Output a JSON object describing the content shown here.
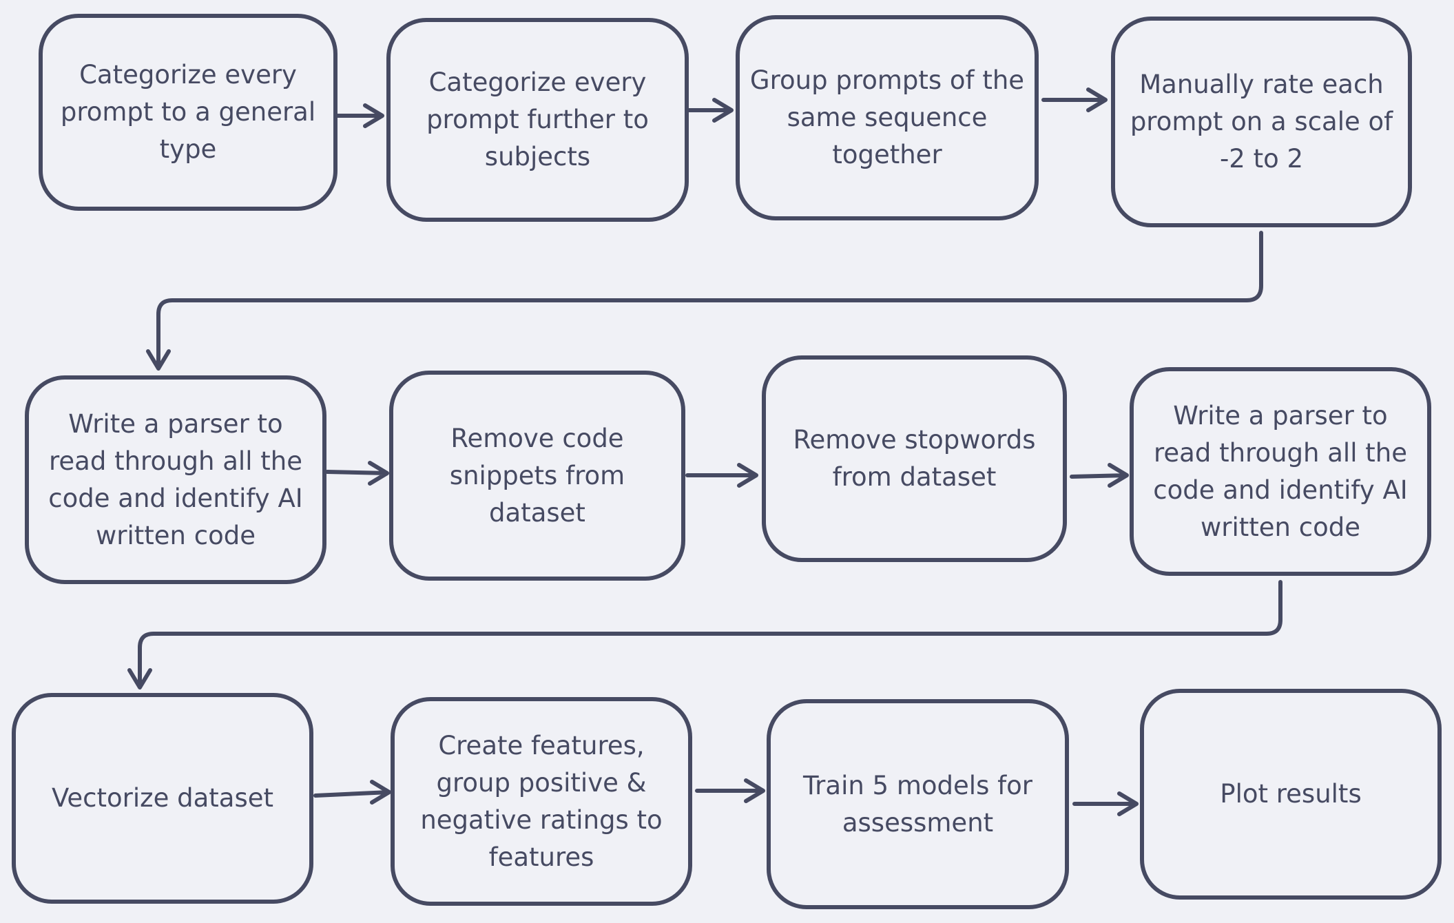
{
  "diagram": {
    "type": "flowchart",
    "colors": {
      "background": "#f0f1f6",
      "stroke": "#464a62",
      "text": "#464a62"
    },
    "nodes": [
      {
        "id": "n1",
        "label": "Categorize every prompt to a general type"
      },
      {
        "id": "n2",
        "label": "Categorize every prompt further to subjects"
      },
      {
        "id": "n3",
        "label": "Group prompts of the same sequence together"
      },
      {
        "id": "n4",
        "label": "Manually rate each prompt on a scale of -2 to 2"
      },
      {
        "id": "n5",
        "label": "Write a parser to read through all the code and identify AI written code"
      },
      {
        "id": "n6",
        "label": "Remove code snippets from dataset"
      },
      {
        "id": "n7",
        "label": "Remove stopwords from dataset"
      },
      {
        "id": "n8",
        "label": "Write a parser to read through all the code and identify AI written code"
      },
      {
        "id": "n9",
        "label": "Vectorize dataset"
      },
      {
        "id": "n10",
        "label": "Create features, group positive & negative ratings to features"
      },
      {
        "id": "n11",
        "label": "Train 5 models for assessment"
      },
      {
        "id": "n12",
        "label": "Plot results"
      }
    ],
    "edges": [
      {
        "from": "n1",
        "to": "n2"
      },
      {
        "from": "n2",
        "to": "n3"
      },
      {
        "from": "n3",
        "to": "n4"
      },
      {
        "from": "n4",
        "to": "n5"
      },
      {
        "from": "n5",
        "to": "n6"
      },
      {
        "from": "n6",
        "to": "n7"
      },
      {
        "from": "n7",
        "to": "n8"
      },
      {
        "from": "n8",
        "to": "n9"
      },
      {
        "from": "n9",
        "to": "n10"
      },
      {
        "from": "n10",
        "to": "n11"
      },
      {
        "from": "n11",
        "to": "n12"
      }
    ]
  }
}
